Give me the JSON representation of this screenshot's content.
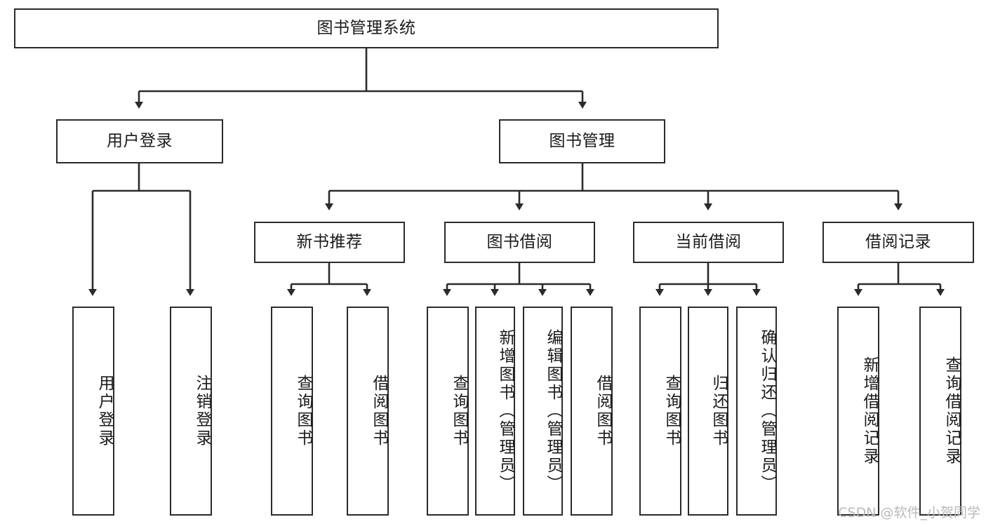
{
  "diagram": {
    "type": "tree",
    "title": "图书管理系统",
    "line_color": "#2b2b2b",
    "box_fill": "#ffffff",
    "text_color": "#1b1b1b",
    "watermark": "CSDN @软件_小贺同学"
  },
  "nodes": {
    "root": {
      "label": "图书管理系统"
    },
    "level2": [
      {
        "label": "用户登录"
      },
      {
        "label": "图书管理"
      }
    ],
    "level3": [
      {
        "label": "新书推荐"
      },
      {
        "label": "图书借阅"
      },
      {
        "label": "当前借阅"
      },
      {
        "label": "借阅记录"
      }
    ],
    "leaves_user_login": [
      {
        "label": "用户登录"
      },
      {
        "label": "注销登录"
      }
    ],
    "leaves_new_book": [
      {
        "label": "查询图书"
      },
      {
        "label": "借阅图书"
      }
    ],
    "leaves_borrow": [
      {
        "label": "查询图书"
      },
      {
        "label": "新增图书（管理员）"
      },
      {
        "label": "编辑图书（管理员）"
      },
      {
        "label": "借阅图书"
      }
    ],
    "leaves_current": [
      {
        "label": "查询图书"
      },
      {
        "label": "归还图书"
      },
      {
        "label": "确认归还（管理员）"
      }
    ],
    "leaves_record": [
      {
        "label": "新增借阅记录"
      },
      {
        "label": "查询借阅记录"
      }
    ]
  }
}
